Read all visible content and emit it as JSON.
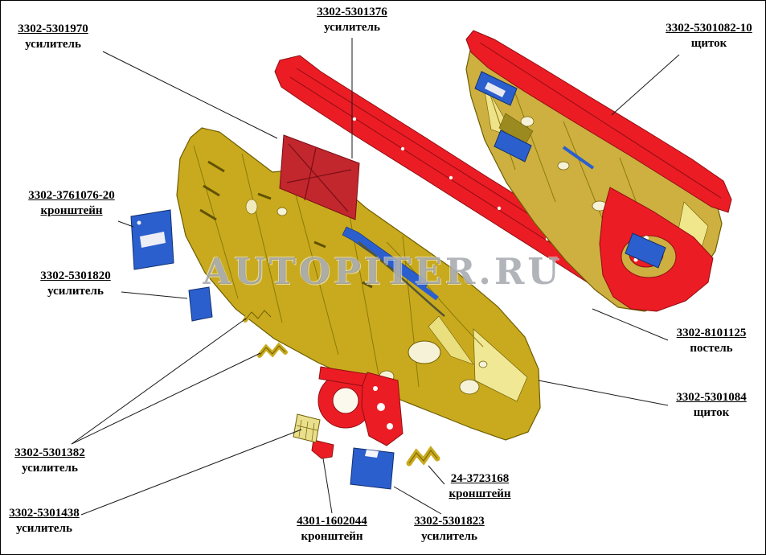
{
  "watermark": "AUTOPITER.RU",
  "labels": [
    {
      "number": "3302-5301970",
      "name": "усилитель"
    },
    {
      "number": "3302-5301376",
      "name": "усилитель"
    },
    {
      "number": "3302-5301082-10",
      "name": "щиток"
    },
    {
      "number": "3302-3761076-20",
      "name": "кронштейн"
    },
    {
      "number": "3302-5301820",
      "name": "усилитель"
    },
    {
      "number": "3302-8101125",
      "name": "постель"
    },
    {
      "number": "3302-5301084",
      "name": "щиток"
    },
    {
      "number": "3302-5301382",
      "name": "усилитель"
    },
    {
      "number": "3302-5301438",
      "name": "усилитель"
    },
    {
      "number": "4301-1602044",
      "name": "кронштейн"
    },
    {
      "number": "3302-5301823",
      "name": "усилитель"
    },
    {
      "number": "24-3723168",
      "name": "кронштейн"
    }
  ],
  "colors": {
    "part_yellow": "#C9AA1E",
    "part_yellow_light": "#F0E68C",
    "part_red": "#EC1C24",
    "part_red_dark": "#8E0E12",
    "part_maroon": "#C1272D",
    "part_blue": "#2B5FCE",
    "watermark_gray": "#7D828A",
    "leader_line": "#000000",
    "background": "#FFFFFF",
    "border": "#000000"
  }
}
